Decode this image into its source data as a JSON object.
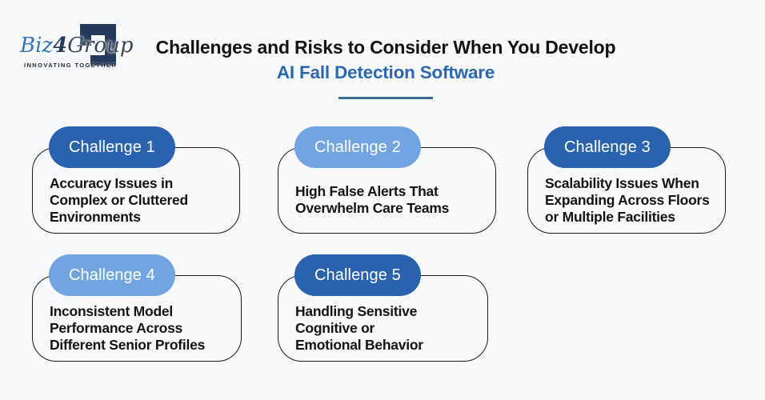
{
  "logo": {
    "part1": "Biz",
    "part2": "4",
    "part3": "Group",
    "tagline": "INNOVATING TOGETHER"
  },
  "header": {
    "title_line1": "Challenges and Risks to Consider When You Develop",
    "title_line2": "AI Fall Detection Software"
  },
  "cards": [
    {
      "badge": "Challenge 1",
      "tone": "dark",
      "text": "Accuracy Issues in\nComplex or Cluttered\nEnvironments"
    },
    {
      "badge": "Challenge 2",
      "tone": "light",
      "text": "High False Alerts That\nOverwhelm Care Teams"
    },
    {
      "badge": "Challenge 3",
      "tone": "dark",
      "text": "Scalability Issues When\nExpanding Across Floors\nor Multiple Facilities"
    },
    {
      "badge": "Challenge 4",
      "tone": "light",
      "text": "Inconsistent Model\nPerformance Across\nDifferent Senior Profiles"
    },
    {
      "badge": "Challenge 5",
      "tone": "dark",
      "text": "Handling Sensitive\nCognitive or\nEmotional Behavior"
    }
  ],
  "colors": {
    "background": "#f8f9fb",
    "dark_badge": "#2a62b0",
    "light_badge": "#72a4e2",
    "title_blue": "#2c67b4",
    "underline": "#38699b",
    "card_border": "#1a1a1a",
    "text_dark": "#141414",
    "logo_navy": "#24395b",
    "logo_blue": "#2f74bc",
    "logo_slate": "#3c4454"
  }
}
